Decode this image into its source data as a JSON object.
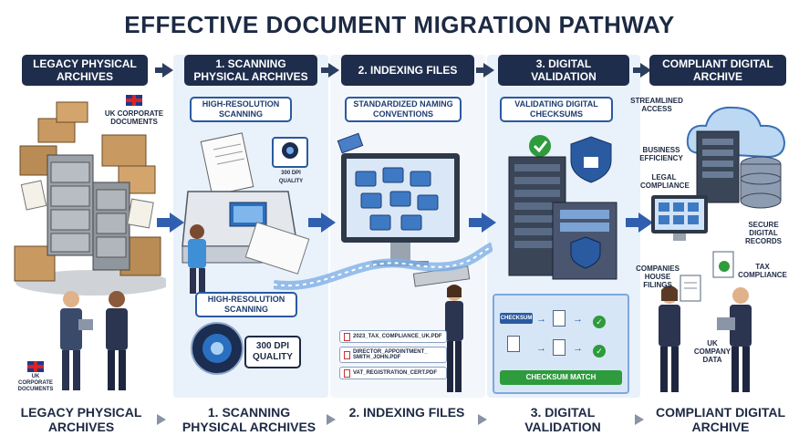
{
  "title": "EFFECTIVE DOCUMENT MIGRATION PATHWAY",
  "stages": [
    {
      "header": "LEGACY PHYSICAL ARCHIVES",
      "footer": "LEGACY PHYSICAL ARCHIVES"
    },
    {
      "header": "1. SCANNING PHYSICAL ARCHIVES",
      "footer": "1. SCANNING PHYSICAL ARCHIVES"
    },
    {
      "header": "2. INDEXING FILES",
      "footer": "2. INDEXING FILES"
    },
    {
      "header": "3. DIGITAL VALIDATION",
      "footer": "3. DIGITAL VALIDATION"
    },
    {
      "header": "COMPLIANT DIGITAL ARCHIVE",
      "footer": "COMPLIANT DIGITAL ARCHIVE"
    }
  ],
  "legacy": {
    "flag_caption_top": "UK CORPORATE DOCUMENTS",
    "flag_caption_bottom": "UK CORPORATE DOCUMENTS"
  },
  "scanning": {
    "callout_top": "HIGH-RESOLUTION SCANNING",
    "callout_bottom": "HIGH-RESOLUTION SCANNING",
    "dpi_small": "300 DPI QUALITY",
    "dpi_large": "300 DPI QUALITY"
  },
  "indexing": {
    "callout": "STANDARDIZED NAMING CONVENTIONS",
    "files": [
      "2023_TAX_COMPLIANCE_UK.PDF",
      "DIRECTOR_APPOINTMENT_ SMITH_JOHN.PDF",
      "VAT_REGISTRATION_CERT.PDF"
    ]
  },
  "validation": {
    "callout": "VALIDATING DIGITAL CHECKSUMS",
    "checksum_tag": "CHECKSUM",
    "match": "CHECKSUM MATCH"
  },
  "archive": {
    "labels": {
      "streamlined": "STREAMLINED ACCESS",
      "efficiency": "BUSINESS EFFICIENCY",
      "legal": "LEGAL COMPLIANCE",
      "secure": "SECURE DIGITAL RECORDS",
      "companies_house": "COMPANIES HOUSE FILINGS",
      "tax": "TAX COMPLIANCE",
      "uk_data": "UK COMPANY DATA"
    }
  },
  "colors": {
    "header_bg": "#1f2d4c",
    "accent_blue": "#2a5aa0",
    "check_green": "#2e9b3c",
    "panel_bg": "#e9f1fb"
  },
  "icons": [
    "uk-flag-icon",
    "scanner-icon",
    "camera-lens-icon",
    "folder-icon",
    "tag-icon",
    "server-icon",
    "shield-lock-icon",
    "check-icon",
    "cloud-icon",
    "database-icon",
    "document-icon"
  ]
}
